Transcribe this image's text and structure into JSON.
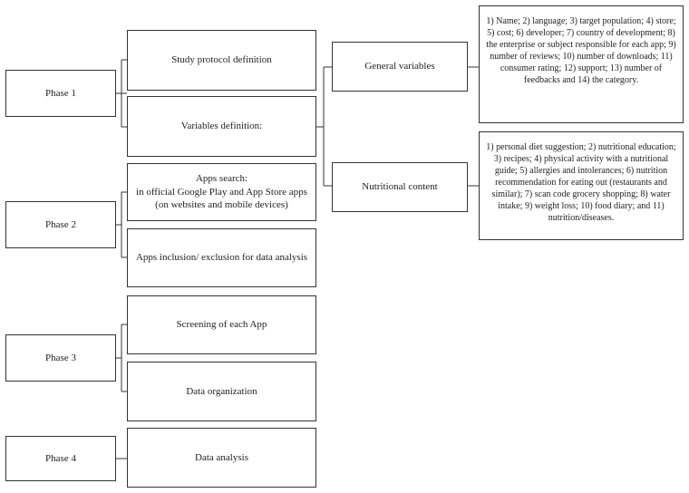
{
  "phases": [
    {
      "label": "Phase 1"
    },
    {
      "label": "Phase 2"
    },
    {
      "label": "Phase 3"
    },
    {
      "label": "Phase 4"
    }
  ],
  "steps": {
    "study_protocol": "Study protocol definition",
    "variables_definition": "Variables definition:",
    "apps_search_title": "Apps search:",
    "apps_search_detail": "in official Google Play and App Store apps (on websites and mobile devices)",
    "apps_inclusion": "Apps inclusion/ exclusion for data analysis",
    "screening": "Screening of each App",
    "data_organization": "Data organization",
    "data_analysis": "Data analysis"
  },
  "categories": {
    "general_variables": "General variables",
    "nutritional_content": "Nutritional content"
  },
  "details": {
    "general_variables": "1) Name; 2) language; 3) target population; 4) store; 5) cost; 6) developer; 7) country of development; 8) the enterprise or subject responsible for each app; 9) number of reviews; 10) number of downloads; 11) consumer rating; 12) support; 13) number of feedbacks and 14) the category.",
    "nutritional_content": "1) personal diet suggestion; 2) nutritional education; 3) recipes; 4) physical activity with a nutritional guide; 5) allergies and intolerances; 6) nutrition recommendation for eating out (restaurants and similar); 7) scan code grocery shopping; 8) water intake; 9) weight loss; 10) food diary; and 11) nutrition/diseases."
  }
}
